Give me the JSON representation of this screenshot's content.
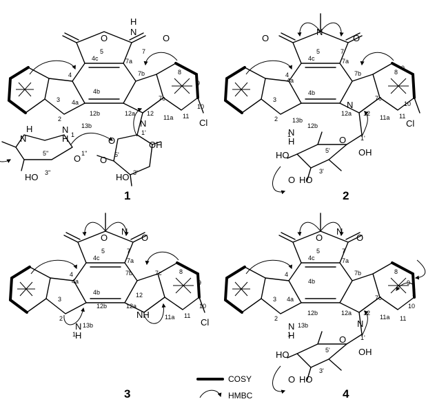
{
  "figure": {
    "compounds": [
      {
        "id": "1",
        "atoms": {
          "o5": "O",
          "o7": "O",
          "nh6": "N",
          "h6": "H",
          "n13": "N",
          "h13": "H",
          "n12": "N",
          "cl": "Cl",
          "o_sugar": "O",
          "oh2": "OH",
          "ho3": "HO",
          "o4": "O",
          "nh_amino": "N",
          "h_amino": "H",
          "o_ring2": "O",
          "ho_ring2": "HO"
        },
        "numbers": {
          "n4": "4",
          "n3": "3",
          "n2": "2",
          "n1": "1",
          "n4a": "4a",
          "n4b": "4b",
          "n4c": "4c",
          "n5": "5",
          "n7": "7",
          "n7a": "7a",
          "n7b": "7b",
          "n7c": "7c",
          "n8": "8",
          "n9": "9",
          "n10": "10",
          "n11": "11",
          "n11a": "11a",
          "n12": "12",
          "n12a": "12a",
          "n12b": "12b",
          "n13b": "13b",
          "n1p": "1'",
          "n3p": "3'",
          "n5p": "5'",
          "n1pp": "1''",
          "n3pp": "3''",
          "n5pp": "5''"
        }
      },
      {
        "id": "2",
        "atoms": {
          "o5": "O",
          "o7": "O",
          "n6": "N",
          "n13": "N",
          "h13": "H",
          "n12": "N",
          "cl": "Cl",
          "o_sugar": "O",
          "oh2": "OH",
          "ho6": "HO",
          "o4": "O",
          "ho3": "HO"
        },
        "numbers": {
          "n4": "4",
          "n3": "3",
          "n2": "2",
          "n1": "1",
          "n4a": "4a",
          "n4b": "4b",
          "n4c": "4c",
          "n5": "5",
          "n7": "7",
          "n7a": "7a",
          "n7b": "7b",
          "n7c": "7c",
          "n8": "8",
          "n9": "9",
          "n10": "10",
          "n11": "11",
          "n11a": "11a",
          "n12": "12",
          "n12a": "12a",
          "n12b": "12b",
          "n13b": "13b",
          "n1p": "1'",
          "n3p": "3'",
          "n5p": "5'"
        }
      },
      {
        "id": "3",
        "atoms": {
          "o5": "O",
          "o7": "O",
          "n6": "N",
          "n13": "N",
          "h13": "H",
          "n12": "NH",
          "cl": "Cl"
        },
        "numbers": {
          "n4": "4",
          "n3": "3",
          "n2": "2",
          "n1": "1",
          "n4a": "4a",
          "n4b": "4b",
          "n4c": "4c",
          "n5": "5",
          "n7": "7",
          "n7a": "7a",
          "n7b": "7b",
          "n7c": "7c",
          "n8": "8",
          "n9": "9",
          "n10": "10",
          "n11": "11",
          "n11a": "11a",
          "n12": "12",
          "n12a": "12a",
          "n12b": "12b",
          "n13b": "13b"
        }
      },
      {
        "id": "4",
        "atoms": {
          "o5": "O",
          "o7": "O",
          "n6": "N",
          "n13": "N",
          "h13": "H",
          "n12": "N",
          "o_sugar": "O",
          "oh2": "OH",
          "ho6": "HO",
          "o4": "O",
          "ho3": "HO"
        },
        "numbers": {
          "n4": "4",
          "n3": "3",
          "n2": "2",
          "n1": "1",
          "n4a": "4a",
          "n4b": "4b",
          "n4c": "4c",
          "n5": "5",
          "n7": "7",
          "n7a": "7a",
          "n7b": "7b",
          "n7c": "7c",
          "n8": "8",
          "n9": "9",
          "n10": "10",
          "n11": "11",
          "n11a": "11a",
          "n12": "12",
          "n12a": "12a",
          "n12b": "12b",
          "n13b": "13b",
          "n1p": "1'",
          "n3p": "3'",
          "n5p": "5'"
        }
      }
    ],
    "legend": {
      "cosy_label": "COSY",
      "hmbc_label": "HMBC"
    }
  }
}
